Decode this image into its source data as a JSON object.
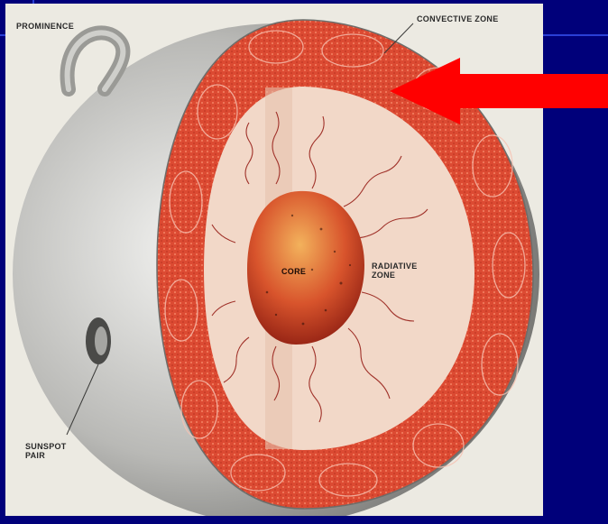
{
  "labels": {
    "prominence": "PROMINENCE",
    "convective_zone": "CONVECTIVE ZONE",
    "core": "CORE",
    "radiative_zone": "RADIATIVE\nZONE",
    "sunspot_pair": "SUNSPOT\nPAIR"
  },
  "colors": {
    "background": "#00007a",
    "arrow": "#ff0000",
    "convective": "#d9442e",
    "radiative": "#f2d8c8",
    "core": "#c8401e"
  }
}
